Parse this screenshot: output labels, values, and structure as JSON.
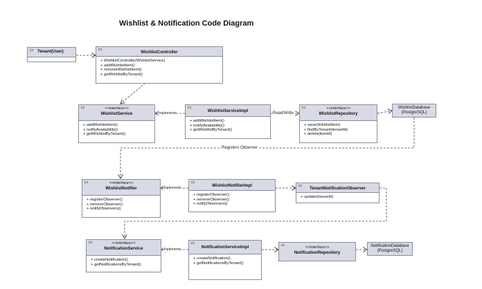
{
  "title": "Wishlist & Notification Code Diagram",
  "nodes": {
    "tenant": {
      "name": "Tenant(User)"
    },
    "wishlist_controller": {
      "name": "WishlistController",
      "methods": [
        "+ WishlistController(WishlistService)",
        "+ addWishlistItem()",
        "+ removeWishlistItem()",
        "+ getWishlistByTenant()"
      ]
    },
    "wishlist_service": {
      "stereotype": "<<interface>>",
      "name": "WishlistService",
      "methods": [
        "+ addWishlistItem()",
        "+ notifyAvailability()",
        "+ getWishlistByTenant()"
      ]
    },
    "wishlist_service_impl": {
      "name": "WishlistServiceImpl",
      "methods": [
        "+ addWishlistItem()",
        "+ notifyAvailability()",
        "+ getWishlistByTenant()"
      ]
    },
    "wishlist_repository": {
      "stereotype": "<<interface>>",
      "name": "WishlistRepository",
      "methods": [
        "+ save(WishlistItem)",
        "+ findByTenant(tenantId)",
        "+ delete(itemId)"
      ]
    },
    "wishlist_database": {
      "lines": [
        "WishlistDatabase",
        "(PostgreSQL)"
      ]
    },
    "wishlist_notifier": {
      "stereotype": "<<interface>>",
      "name": "WishlistNotifier",
      "methods": [
        "+ registerObserver()",
        "+ removeObserver()",
        "+ notifyObservers()"
      ]
    },
    "wishlist_notifier_impl": {
      "name": "WishlistNotifierImpl",
      "methods": [
        "+ registerObserver()",
        "+ removeObserver()",
        "+ notifyObservers()"
      ]
    },
    "tenant_notification_observer": {
      "name": "TenantNotificationObserver",
      "methods": [
        "+ update(houseId)"
      ]
    },
    "notification_service": {
      "stereotype": "<<interface>>",
      "name": "NotificationService",
      "methods": [
        "+ createNotification()",
        "+ getNotificationsByTenant()"
      ]
    },
    "notification_service_impl": {
      "name": "NotificationServiceImpl",
      "methods": [
        "+ createNotification()",
        "+ getNotificationsByTenant()"
      ]
    },
    "notification_repository": {
      "stereotype": "<<interface>>",
      "name": "NotificationRepository"
    },
    "notification_database": {
      "lines": [
        "NotificationDatabase",
        "(PostgreSQL)"
      ]
    }
  },
  "edge_labels": {
    "implements_1": "Implements",
    "read_write": "Read/Write",
    "registers_observer": "Registers Observer",
    "implements_2": "Implements",
    "implements_3": "Implements"
  }
}
